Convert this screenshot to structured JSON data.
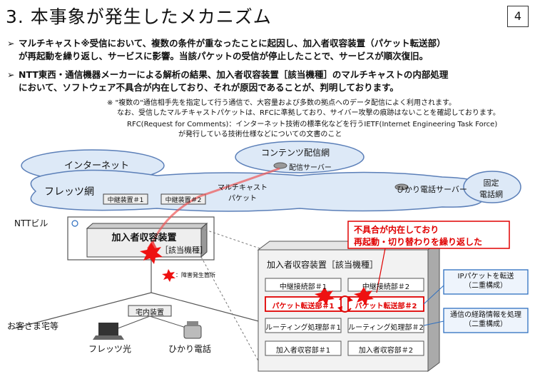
{
  "title": "3. 本事象が発生したメカニズム",
  "page_number": "4",
  "bullets": [
    {
      "line1": "マルチキャスト※受信において、複数の条件が重なったことに起因し、加入者収容装置（パケット転送部）",
      "line2": "が再起動を繰り返し、サービスに影響。当該パケットの受信が停止したことで、サービスが順次復旧。"
    },
    {
      "line1": "NTT東西・通信機器メーカーによる解析の結果、加入者収容装置［該当機種］のマルチキャストの内部処理",
      "line2": "において、ソフトウェア不具合が内在しており、それが原因であることが、判明しております。"
    }
  ],
  "notes": {
    "n1": "※ \"複数の\"通信相手先を指定して行う通信で、大容量および多数の拠点へのデータ配信によく利用されます。",
    "n2": "なお、受信したマルチキャストパケットは、RFCに準拠しており、サイバー攻撃の痕跡はないことを確認しております。",
    "n3": "RFC(Request for Comments)：インターネット技術の標準化などを行うIETF(Internet Engineering Task Force)",
    "n4": "が発行している技術仕様などについての文書のこと"
  },
  "diagram": {
    "internet": "インターネット",
    "contents_net": "コンテンツ配信網",
    "dist_server": "配信サーバー",
    "flets_net": "フレッツ網",
    "relay1": "中継装置＃1",
    "relay2": "中継装置＃2",
    "multicast_label": "マルチキャスト\nパケット",
    "hikari_server": "ひかり電話サーバー",
    "fixed_net": "固定\n電話網",
    "ntt_building": "NTTビル",
    "subscriber_device": "加入者収容装置",
    "applicable_model": "［該当機種］",
    "fault_legend": "：障害発生箇所",
    "home_device": "宅内装置",
    "customer_home": "お客さま宅等",
    "flets_hikari": "フレッツ光",
    "hikari_denwa": "ひかり電話",
    "callout_line1": "不具合が内在しており",
    "callout_line2": "再起動・切り替わりを繰り返した",
    "detail_title": "加入者収容装置［該当機種］",
    "relay_conn1": "中継接続部＃1",
    "relay_conn2": "中継接続部＃2",
    "packet_fwd1": "パケット転送部＃1",
    "packet_fwd2": "パケット転送部＃2",
    "routing1": "ルーティング処理部＃1",
    "routing2": "ルーティング処理部＃2",
    "subscriber1": "加入者収容部＃1",
    "subscriber2": "加入者収容部＃2",
    "ip_note": "IPパケットを転送\n（二重構成）",
    "route_note": "通信の経路情報を処理\n（二重構成）"
  },
  "colors": {
    "cloud_fill": "#dde9f7",
    "cloud_stroke": "#5b7fb8",
    "callout_red": "#e00000",
    "note_box": "#2e6fc0",
    "fault_star": "#ee1111"
  }
}
